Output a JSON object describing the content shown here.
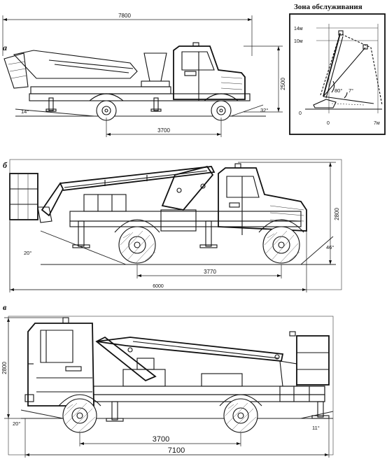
{
  "panel_a": {
    "letter": "а",
    "overall_length": "7800",
    "height": "2500",
    "wheelbase": "3700",
    "front_angle": "14°",
    "rear_angle": "32°"
  },
  "zone": {
    "title": "Зона обслуживания",
    "h14": "14м",
    "h10": "10м",
    "zero_y": "0",
    "zero_x": "0",
    "x7": "7м",
    "angle80": "80°",
    "angle7": "7°"
  },
  "panel_b": {
    "letter": "б",
    "overall_length": "6000",
    "height": "2800",
    "wheelbase": "3770",
    "front_angle": "20°",
    "rear_angle": "46°"
  },
  "panel_v": {
    "letter": "в",
    "overall_length": "7100",
    "height": "2800",
    "wheelbase": "3700",
    "front_angle": "20°",
    "rear_angle": "11°"
  }
}
